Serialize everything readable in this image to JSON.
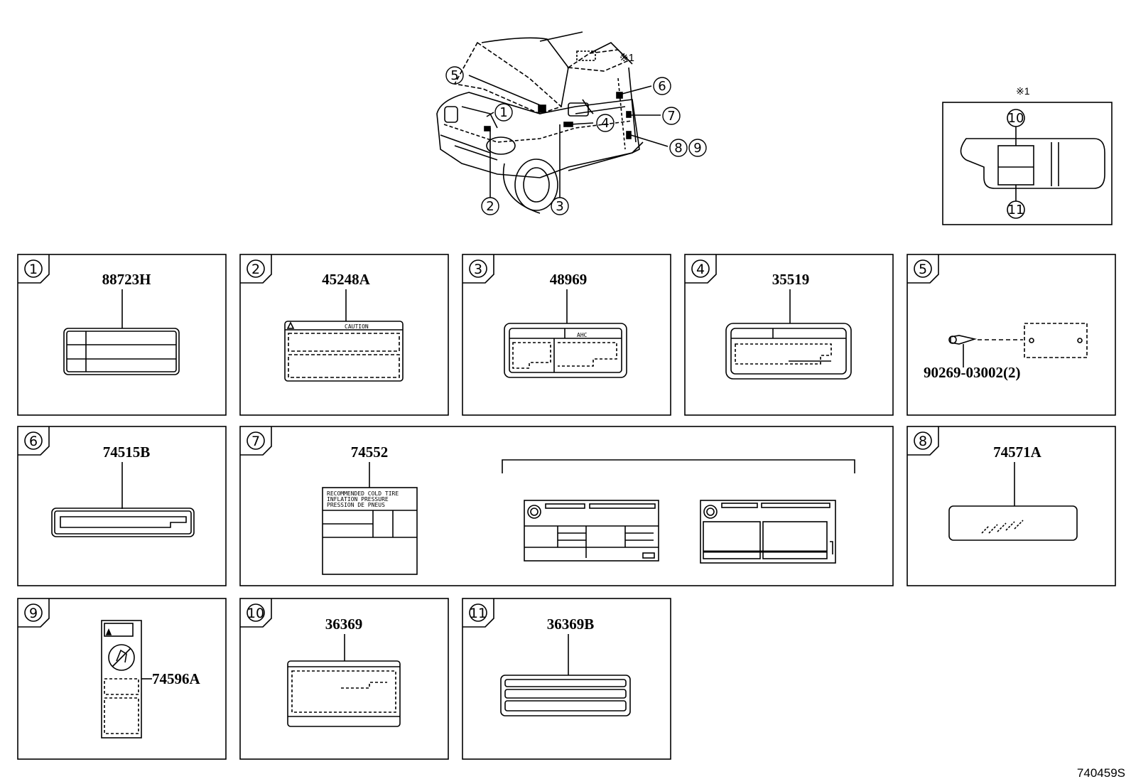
{
  "overview": {
    "callouts": [
      "1",
      "2",
      "3",
      "4",
      "5",
      "6",
      "7",
      "8",
      "9"
    ],
    "note_mark": "※1"
  },
  "inset": {
    "title": "※1",
    "callout_top": "10",
    "callout_bottom": "11"
  },
  "panels": [
    {
      "index": "1",
      "part": "88723H"
    },
    {
      "index": "2",
      "part": "45248A",
      "label_text": "CAUTION"
    },
    {
      "index": "3",
      "part": "48969",
      "label_text": "AHC"
    },
    {
      "index": "4",
      "part": "35519"
    },
    {
      "index": "5",
      "part": "90269-03002(2)"
    },
    {
      "index": "6",
      "part": "74515B"
    },
    {
      "index": "7",
      "part": "74552",
      "label_lines": [
        "RECOMMENDED COLD TIRE",
        "INFLATION PRESSURE",
        "PRESSION DE PNEUS"
      ]
    },
    {
      "index": "8",
      "part": "74571A"
    },
    {
      "index": "9",
      "part": "74596A"
    },
    {
      "index": "10",
      "part": "36369"
    },
    {
      "index": "11",
      "part": "36369B"
    }
  ],
  "footer": {
    "code": "740459S"
  }
}
